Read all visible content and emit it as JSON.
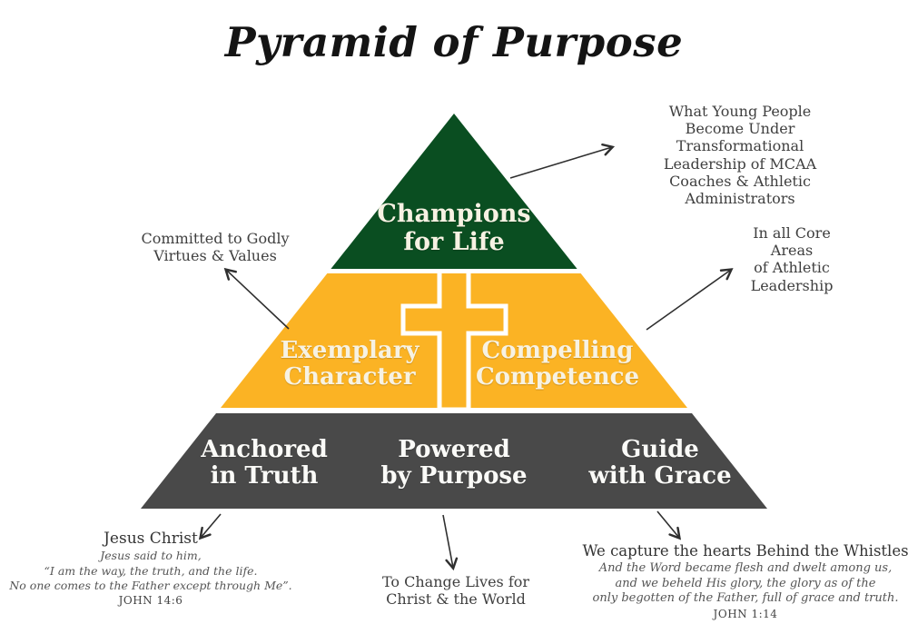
{
  "title": "Pyramid of Purpose",
  "pyramid": {
    "colors": {
      "top_tier": "#0a4e21",
      "middle_tier": "#fbb324",
      "bottom_tier": "#494949",
      "cross_outline": "#ffffff"
    },
    "top_label": "Champions\nfor Life",
    "middle_left_label": "Exemplary\nCharacter",
    "middle_right_label": "Compelling\nCompetence",
    "bottom_left_label": "Anchored\nin Truth",
    "bottom_center_label": "Powered\nby Purpose",
    "bottom_right_label": "Guide\nwith Grace"
  },
  "annotations": {
    "top_right": "What Young People Become Under\nTransformational Leadership of MCAA\nCoaches & Athletic Administrators",
    "middle_left": "Committed to Godly\nVirtues & Values",
    "middle_right": "In all Core Areas\nof Athletic Leadership",
    "bottom_center": "To Change Lives for\nChrist & the World",
    "bottom_left": {
      "heading": "Jesus Christ",
      "quote": "Jesus said to him,\n“I am the way, the truth, and the life.\nNo one comes to the Father except through Me”.",
      "reference": "JOHN 14:6"
    },
    "bottom_right": {
      "heading": "We capture the hearts Behind the Whistles",
      "quote": "And the Word became flesh and dwelt among us,\nand we beheld His glory, the glory as of the\nonly begotten of the Father, full of grace and truth.",
      "reference": "JOHN 1:14"
    }
  }
}
